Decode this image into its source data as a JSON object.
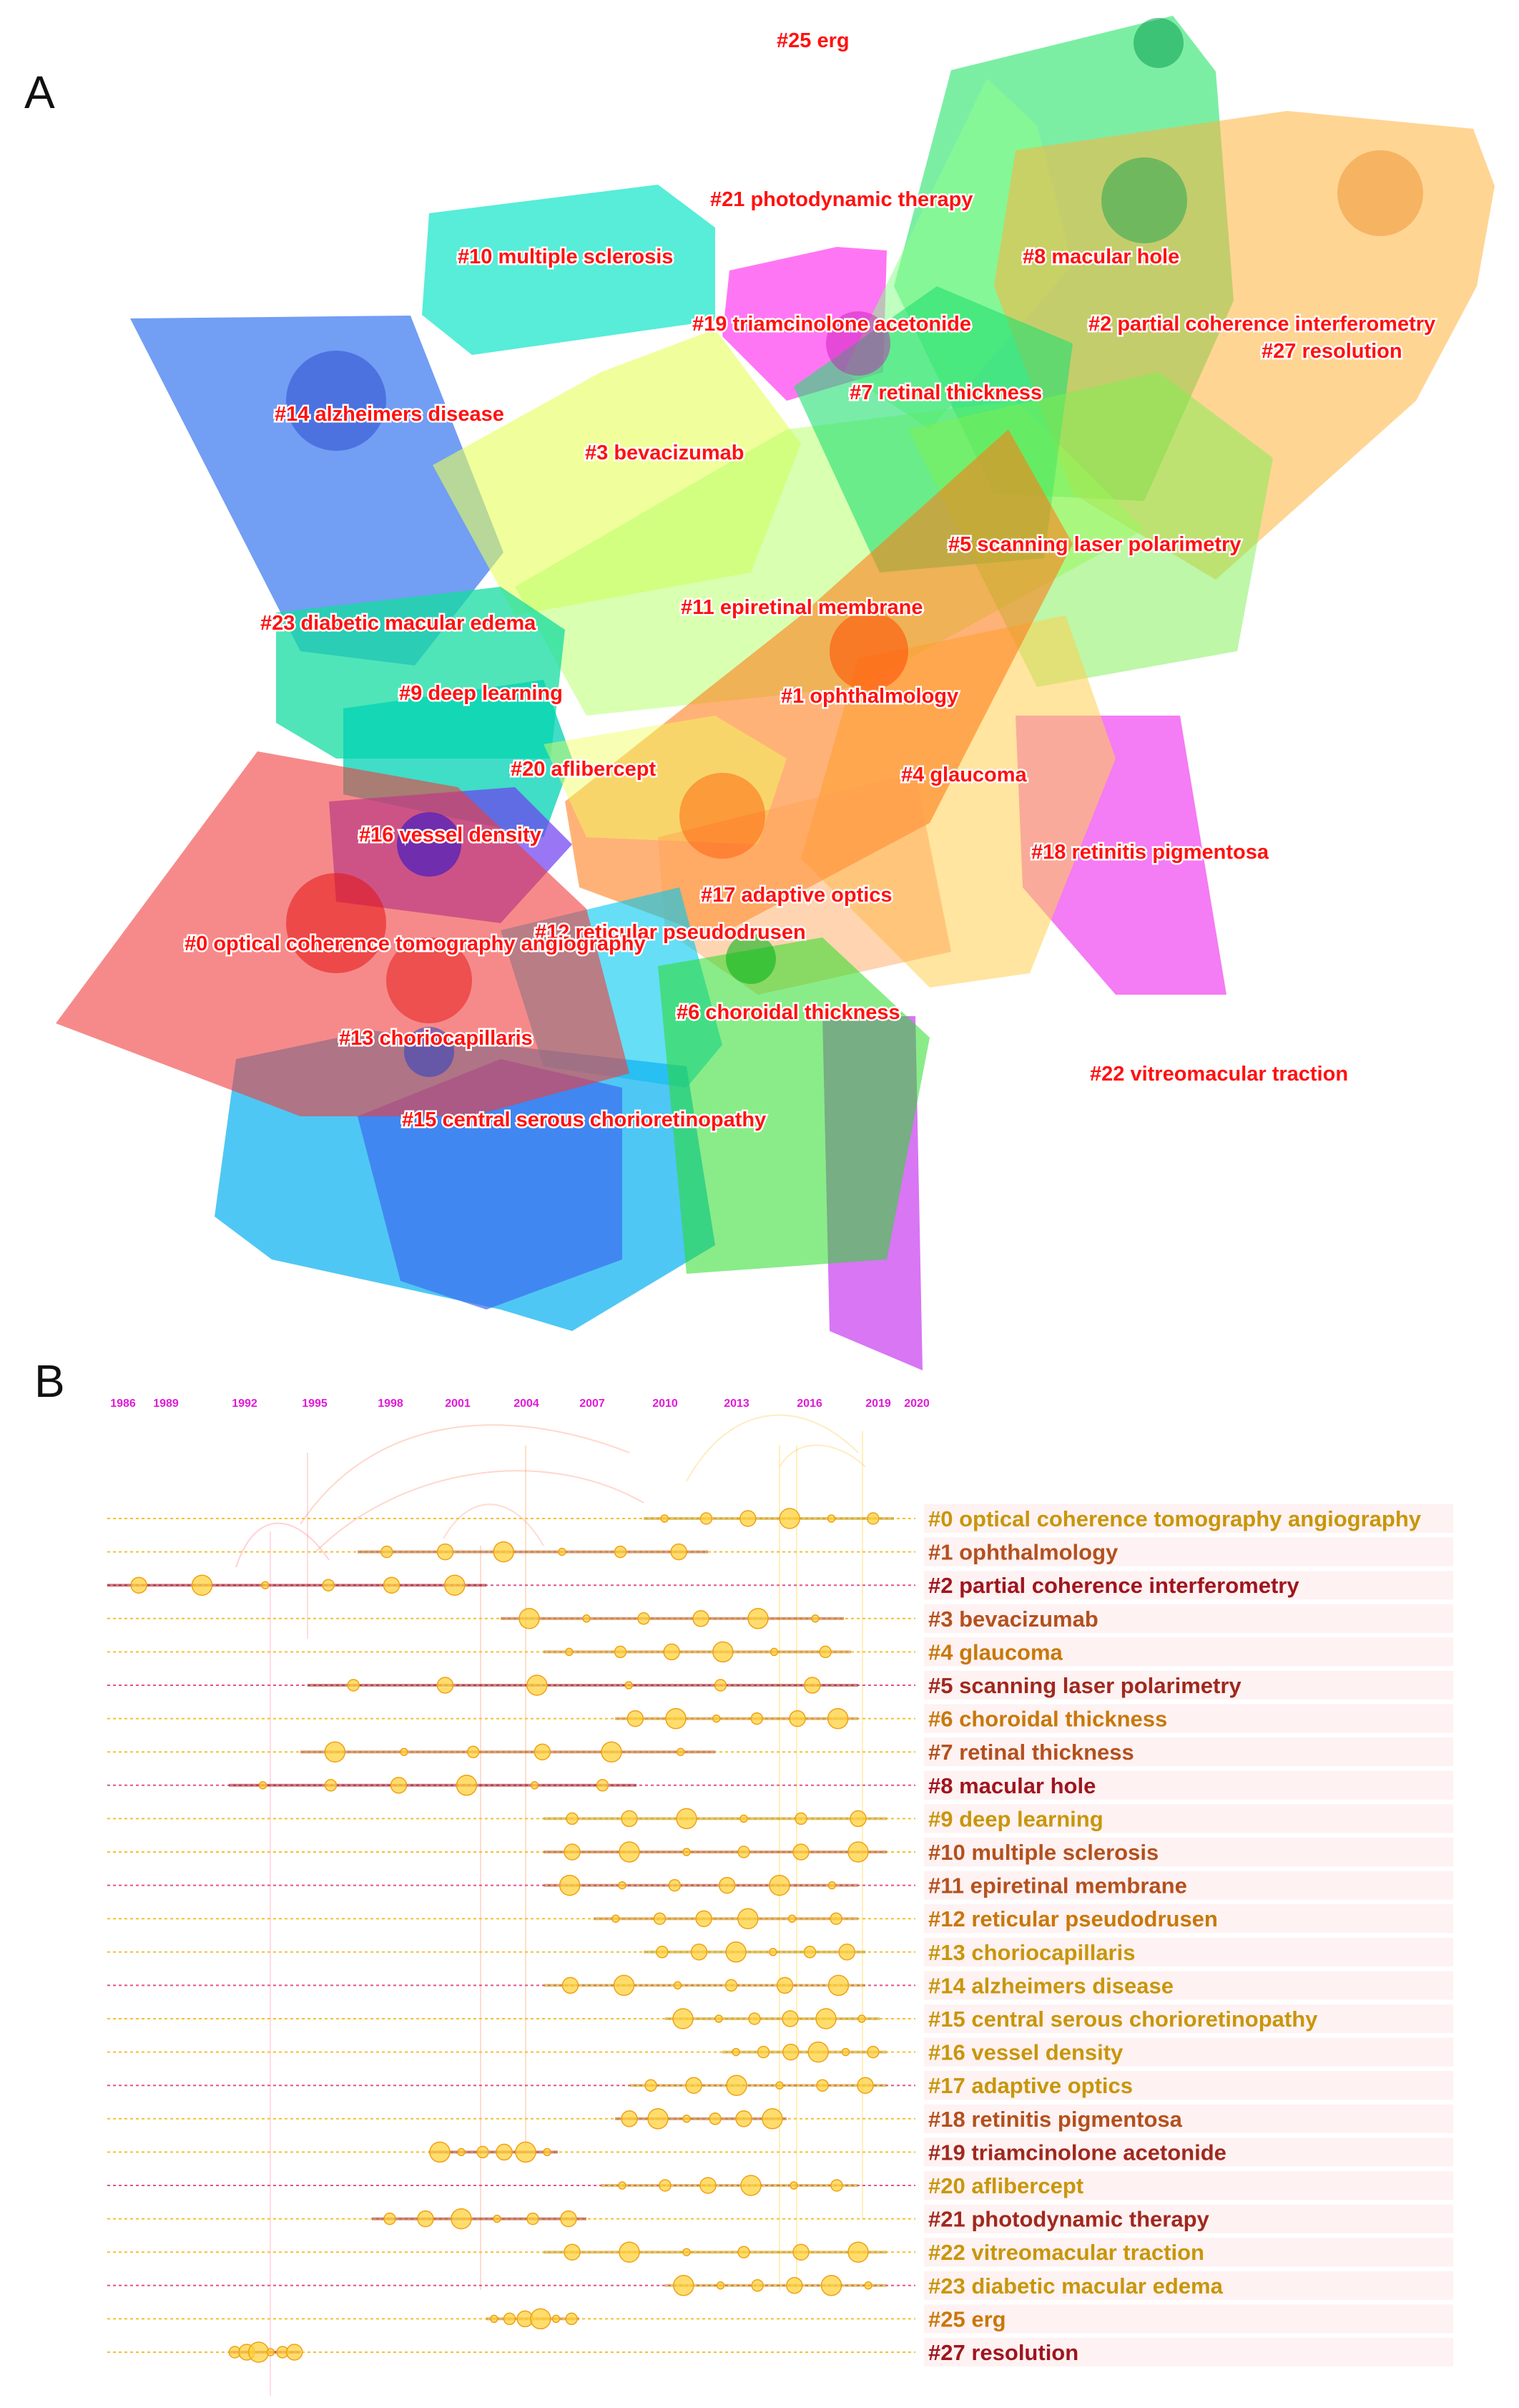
{
  "panel_a": {
    "letter": "A",
    "clusters": [
      {
        "label": "#25 erg",
        "color": "#ffffff"
      },
      {
        "label": "#21 photodynamic therapy",
        "color": "#8cff8c"
      },
      {
        "label": "#10 multiple sclerosis",
        "color": "#10e6c8"
      },
      {
        "label": "#8 macular hole",
        "color": "#10e05a"
      },
      {
        "label": "#19 triamcinolone acetonide",
        "color": "#ff3cf0"
      },
      {
        "label": "#2 partial coherence interferometry",
        "color": "#ffb23c"
      },
      {
        "label": "#27 resolution",
        "color": "#ffc860"
      },
      {
        "label": "#7 retinal thickness",
        "color": "#22e070"
      },
      {
        "label": "#14 alzheimers disease",
        "color": "#3c78f0"
      },
      {
        "label": "#3 bevacizumab",
        "color": "#e6ff5a"
      },
      {
        "label": "#5 scanning laser polarimetry",
        "color": "#7cf050"
      },
      {
        "label": "#11 epiretinal membrane",
        "color": "#b4ff64"
      },
      {
        "label": "#23 diabetic macular edema",
        "color": "#14dca0"
      },
      {
        "label": "#1 ophthalmology",
        "color": "#ff7a14"
      },
      {
        "label": "#9 deep learning",
        "color": "#00d2b4"
      },
      {
        "label": "#20 aflibercept",
        "color": "#f0ff5a"
      },
      {
        "label": "#4 glaucoma",
        "color": "#ffd050"
      },
      {
        "label": "#16 vessel density",
        "color": "#6e3cf0"
      },
      {
        "label": "#18 retinitis pigmentosa",
        "color": "#f050f0"
      },
      {
        "label": "#17 adaptive optics",
        "color": "#ffa050"
      },
      {
        "label": "#12 reticular pseudodrusen",
        "color": "#00c8f0"
      },
      {
        "label": "#0 optical coherence tomography angiography",
        "color": "#f03c3c"
      },
      {
        "label": "#6 choroidal thickness",
        "color": "#28dc28"
      },
      {
        "label": "#13 choriocapillaris",
        "color": "#3c6cf0"
      },
      {
        "label": "#22 vitreomacular traction",
        "color": "#c83cf0"
      },
      {
        "label": "#15 central serous chorioretinopathy",
        "color": "#14b4f0"
      }
    ]
  },
  "panel_b": {
    "letter": "B",
    "years": [
      "1986",
      "1989",
      "1992",
      "1995",
      "1998",
      "2001",
      "2004",
      "2007",
      "2010",
      "2013",
      "2016",
      "2019",
      "2020"
    ],
    "timelines": [
      {
        "label": "#0 optical coherence tomography angiography",
        "color": "#c8960a"
      },
      {
        "label": "#1 ophthalmology",
        "color": "#b4501e"
      },
      {
        "label": "#2 partial coherence interferometry",
        "color": "#a0141e"
      },
      {
        "label": "#3 bevacizumab",
        "color": "#b4501e"
      },
      {
        "label": "#4 glaucoma",
        "color": "#c8780a"
      },
      {
        "label": "#5 scanning laser polarimetry",
        "color": "#a0281e"
      },
      {
        "label": "#6 choroidal thickness",
        "color": "#c8780a"
      },
      {
        "label": "#7 retinal thickness",
        "color": "#b4501e"
      },
      {
        "label": "#8 macular hole",
        "color": "#a0141e"
      },
      {
        "label": "#9 deep learning",
        "color": "#c8960a"
      },
      {
        "label": "#10 multiple sclerosis",
        "color": "#b4501e"
      },
      {
        "label": "#11 epiretinal membrane",
        "color": "#b4501e"
      },
      {
        "label": "#12 reticular pseudodrusen",
        "color": "#c8780a"
      },
      {
        "label": "#13 choriocapillaris",
        "color": "#c8960a"
      },
      {
        "label": "#14 alzheimers disease",
        "color": "#c8960a"
      },
      {
        "label": "#15 central serous chorioretinopathy",
        "color": "#c8960a"
      },
      {
        "label": "#16 vessel density",
        "color": "#c8960a"
      },
      {
        "label": "#17 adaptive optics",
        "color": "#c8960a"
      },
      {
        "label": "#18 retinitis pigmentosa",
        "color": "#b4501e"
      },
      {
        "label": "#19 triamcinolone acetonide",
        "color": "#a0281e"
      },
      {
        "label": "#20 aflibercept",
        "color": "#c8960a"
      },
      {
        "label": "#21 photodynamic therapy",
        "color": "#a0281e"
      },
      {
        "label": "#22 vitreomacular traction",
        "color": "#c8960a"
      },
      {
        "label": "#23 diabetic macular edema",
        "color": "#c8960a"
      },
      {
        "label": "#25 erg",
        "color": "#c8780a"
      },
      {
        "label": "#27 resolution",
        "color": "#a0141e"
      }
    ]
  }
}
